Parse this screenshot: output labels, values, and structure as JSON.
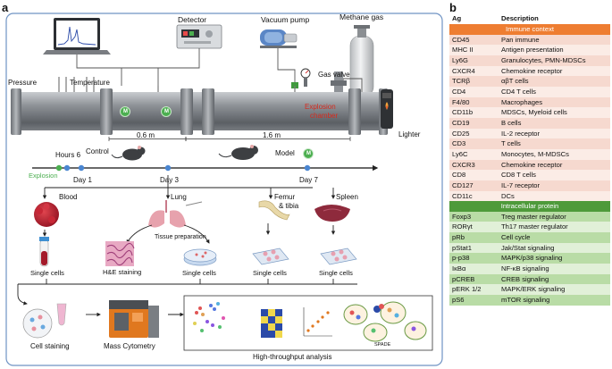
{
  "panel_a": {
    "letter": "a",
    "labels": {
      "detector": "Detector",
      "vacuum_pump": "Vacuum pump",
      "methane_gas": "Methane gas",
      "pressure": "Pressure",
      "temperature": "Temperature",
      "gas_valve": "Gas valve",
      "explosion_chamber_1": "Explosion",
      "explosion_chamber_2": "chamber",
      "lighter": "Lighter",
      "dist_1": "0.6 m",
      "dist_2": "1.6 m",
      "control": "Control",
      "model": "Model",
      "marker": "M",
      "hours6": "Hours 6",
      "explosion": "Explosion",
      "day1": "Day 1",
      "day3": "Day 3",
      "day7": "Day 7",
      "blood": "Blood",
      "lung": "Lung",
      "femur_tibia_1": "Femur",
      "femur_tibia_2": "& tibia",
      "spleen": "Spleen",
      "tissue_preparation": "Tissue preparation",
      "he_staining": "H&E staining",
      "single_cells": "Single cells",
      "cell_staining": "Cell staining",
      "mass_cytometry": "Mass Cytometry",
      "high_throughput": "High-throughput analysis",
      "spade": "SPADE"
    }
  },
  "panel_b": {
    "letter": "b",
    "headers": {
      "ag": "Ag",
      "description": "Description"
    },
    "immune_title": "Immune context",
    "immune_rows": [
      {
        "ag": "CD45",
        "desc": "Pan immune"
      },
      {
        "ag": "MHC II",
        "desc": "Antigen presentation"
      },
      {
        "ag": "Ly6G",
        "desc": "Granulocytes, PMN-MDSCs"
      },
      {
        "ag": "CXCR4",
        "desc": "Chemokine receptor"
      },
      {
        "ag": "TCRβ",
        "desc": "αβT cells"
      },
      {
        "ag": "CD4",
        "desc": "CD4 T cells"
      },
      {
        "ag": "F4/80",
        "desc": "Macrophages"
      },
      {
        "ag": "CD11b",
        "desc": "MDSCs, Myeloid cells"
      },
      {
        "ag": "CD19",
        "desc": "B cells"
      },
      {
        "ag": "CD25",
        "desc": "IL-2 receptor"
      },
      {
        "ag": "CD3",
        "desc": "T cells"
      },
      {
        "ag": "Ly6C",
        "desc": "Monocytes, M-MDSCs"
      },
      {
        "ag": "CXCR3",
        "desc": "Chemokine receptor"
      },
      {
        "ag": "CD8",
        "desc": "CD8 T cells"
      },
      {
        "ag": "CD127",
        "desc": "IL-7 receptor"
      },
      {
        "ag": "CD11c",
        "desc": "DCs"
      }
    ],
    "intra_title": "Intracellular protein",
    "intra_rows": [
      {
        "ag": "Foxp3",
        "desc": "Treg master regulator"
      },
      {
        "ag": "RORγt",
        "desc": "Th17 master regulator"
      },
      {
        "ag": "pRb",
        "desc": "Cell cycle"
      },
      {
        "ag": "pStat1",
        "desc": "Jak/Stat signaling"
      },
      {
        "ag": "p-p38",
        "desc": "MAPK/p38 signaling"
      },
      {
        "ag": "IκBα",
        "desc": "NF-κB signaling"
      },
      {
        "ag": "pCREB",
        "desc": "CREB signaling"
      },
      {
        "ag": "pERK 1/2",
        "desc": "MAPK/ERK signaling"
      },
      {
        "ag": "pS6",
        "desc": "mTOR signaling"
      }
    ]
  },
  "colors": {
    "panel_border": "#6f93c4",
    "tube": "#7d8186",
    "marker": "#4caf50",
    "explosion_text": "#d62b1f",
    "immune_header": "#ee7d31",
    "intra_header": "#4e9a3a"
  }
}
